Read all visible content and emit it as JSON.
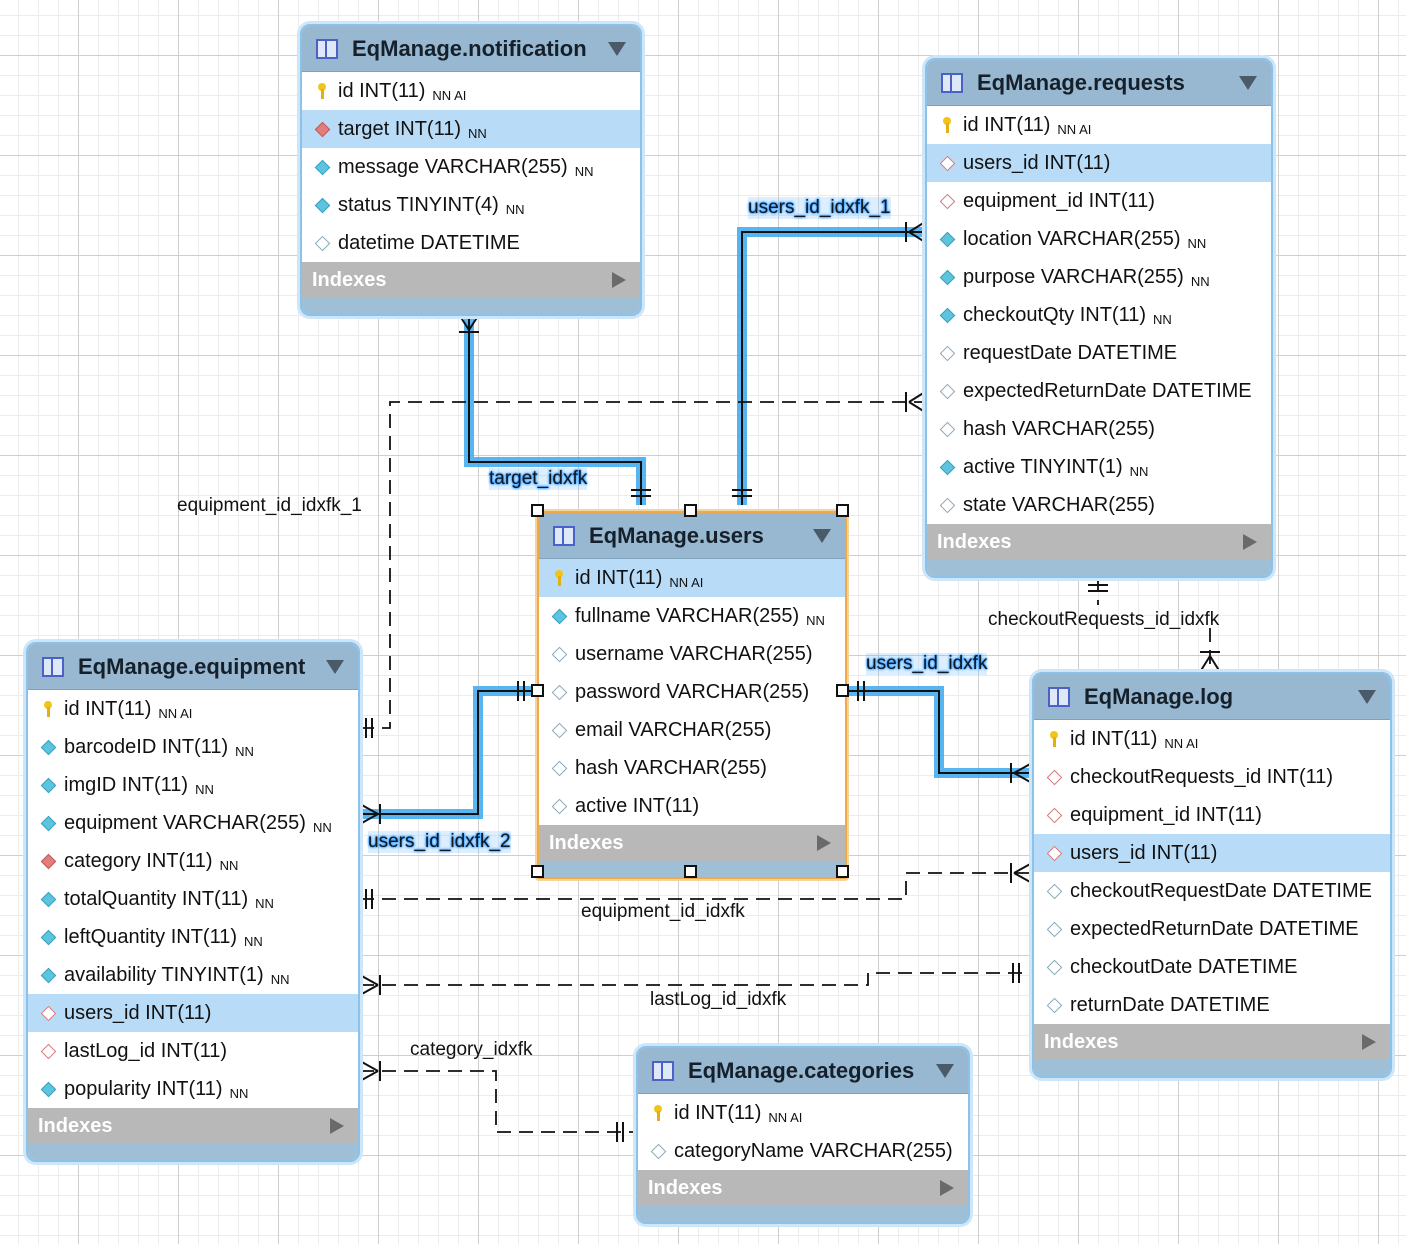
{
  "colors": {
    "header": "#97b8d0",
    "highlight_row": "#b8dcf8",
    "selected_border": "#f0a848",
    "relation_highlight": "#3aa8f0",
    "indexes_bar": "#b8b8b8"
  },
  "tables": {
    "notification": {
      "title": "EqManage.notification",
      "columns": [
        {
          "name": "id INT(11)",
          "flags": "NN  AI",
          "icon": "key-icon"
        },
        {
          "name": "target INT(11)",
          "flags": "NN",
          "icon": "fk-notnull-icon",
          "highlighted": true
        },
        {
          "name": "message VARCHAR(255)",
          "flags": "NN",
          "icon": "notnull-diamond-icon"
        },
        {
          "name": "status TINYINT(4)",
          "flags": "NN",
          "icon": "notnull-diamond-icon"
        },
        {
          "name": "datetime DATETIME",
          "flags": "",
          "icon": "nullable-diamond-icon"
        }
      ],
      "indexes_label": "Indexes"
    },
    "requests": {
      "title": "EqManage.requests",
      "columns": [
        {
          "name": "id INT(11)",
          "flags": "NN  AI",
          "icon": "key-icon"
        },
        {
          "name": "users_id INT(11)",
          "flags": "",
          "icon": "fk-diamond-icon",
          "highlighted": true
        },
        {
          "name": "equipment_id INT(11)",
          "flags": "",
          "icon": "fk-diamond-icon"
        },
        {
          "name": "location VARCHAR(255)",
          "flags": "NN",
          "icon": "notnull-diamond-icon"
        },
        {
          "name": "purpose VARCHAR(255)",
          "flags": "NN",
          "icon": "notnull-diamond-icon"
        },
        {
          "name": "checkoutQty INT(11)",
          "flags": "NN",
          "icon": "notnull-diamond-icon"
        },
        {
          "name": "requestDate DATETIME",
          "flags": "",
          "icon": "nullable-diamond-icon"
        },
        {
          "name": "expectedReturnDate DATETIME",
          "flags": "",
          "icon": "nullable-diamond-icon"
        },
        {
          "name": "hash VARCHAR(255)",
          "flags": "",
          "icon": "nullable-diamond-icon"
        },
        {
          "name": "active TINYINT(1)",
          "flags": "NN",
          "icon": "notnull-diamond-icon"
        },
        {
          "name": "state VARCHAR(255)",
          "flags": "",
          "icon": "nullable-diamond-icon"
        }
      ],
      "indexes_label": "Indexes"
    },
    "users": {
      "title": "EqManage.users",
      "columns": [
        {
          "name": "id INT(11)",
          "flags": "NN  AI",
          "icon": "key-icon",
          "highlighted": true
        },
        {
          "name": "fullname VARCHAR(255)",
          "flags": "NN",
          "icon": "notnull-diamond-icon"
        },
        {
          "name": "username VARCHAR(255)",
          "flags": "",
          "icon": "nullable-diamond-icon"
        },
        {
          "name": "password VARCHAR(255)",
          "flags": "",
          "icon": "nullable-diamond-icon"
        },
        {
          "name": "email VARCHAR(255)",
          "flags": "",
          "icon": "nullable-diamond-icon"
        },
        {
          "name": "hash VARCHAR(255)",
          "flags": "",
          "icon": "nullable-diamond-icon"
        },
        {
          "name": "active INT(11)",
          "flags": "",
          "icon": "nullable-diamond-icon"
        }
      ],
      "indexes_label": "Indexes"
    },
    "equipment": {
      "title": "EqManage.equipment",
      "columns": [
        {
          "name": "id INT(11)",
          "flags": "NN  AI",
          "icon": "key-icon"
        },
        {
          "name": "barcodeID INT(11)",
          "flags": "NN",
          "icon": "notnull-diamond-icon"
        },
        {
          "name": "imgID INT(11)",
          "flags": "NN",
          "icon": "notnull-diamond-icon"
        },
        {
          "name": "equipment VARCHAR(255)",
          "flags": "NN",
          "icon": "notnull-diamond-icon"
        },
        {
          "name": "category INT(11)",
          "flags": "NN",
          "icon": "fk-notnull-icon"
        },
        {
          "name": "totalQuantity INT(11)",
          "flags": "NN",
          "icon": "notnull-diamond-icon"
        },
        {
          "name": "leftQuantity INT(11)",
          "flags": "NN",
          "icon": "notnull-diamond-icon"
        },
        {
          "name": "availability TINYINT(1)",
          "flags": "NN",
          "icon": "notnull-diamond-icon"
        },
        {
          "name": "users_id INT(11)",
          "flags": "",
          "icon": "fk-diamond-icon",
          "highlighted": true
        },
        {
          "name": "lastLog_id INT(11)",
          "flags": "",
          "icon": "fk-diamond-icon"
        },
        {
          "name": "popularity INT(11)",
          "flags": "NN",
          "icon": "notnull-diamond-icon"
        }
      ],
      "indexes_label": "Indexes"
    },
    "log": {
      "title": "EqManage.log",
      "columns": [
        {
          "name": "id INT(11)",
          "flags": "NN  AI",
          "icon": "key-icon"
        },
        {
          "name": "checkoutRequests_id INT(11)",
          "flags": "",
          "icon": "fk-diamond-icon"
        },
        {
          "name": "equipment_id INT(11)",
          "flags": "",
          "icon": "fk-diamond-icon"
        },
        {
          "name": "users_id INT(11)",
          "flags": "",
          "icon": "fk-diamond-icon",
          "highlighted": true
        },
        {
          "name": "checkoutRequestDate DATETIME",
          "flags": "",
          "icon": "nullable-diamond-icon"
        },
        {
          "name": "expectedReturnDate DATETIME",
          "flags": "",
          "icon": "nullable-diamond-icon"
        },
        {
          "name": "checkoutDate DATETIME",
          "flags": "",
          "icon": "nullable-diamond-icon"
        },
        {
          "name": "returnDate DATETIME",
          "flags": "",
          "icon": "nullable-diamond-icon"
        }
      ],
      "indexes_label": "Indexes"
    },
    "categories": {
      "title": "EqManage.categories",
      "columns": [
        {
          "name": "id INT(11)",
          "flags": "NN  AI",
          "icon": "key-icon"
        },
        {
          "name": "categoryName VARCHAR(255)",
          "flags": "",
          "icon": "nullable-diamond-icon"
        }
      ],
      "indexes_label": "Indexes"
    }
  },
  "relationships": {
    "target_idxfk": "target_idxfk",
    "users_id_idxfk_1": "users_id_idxfk_1",
    "users_id_idxfk_2": "users_id_idxfk_2",
    "users_id_idxfk": "users_id_idxfk",
    "equipment_id_idxfk_1": "equipment_id_idxfk_1",
    "equipment_id_idxfk": "equipment_id_idxfk",
    "lastLog_id_idxfk": "lastLog_id_idxfk",
    "category_idxfk": "category_idxfk",
    "checkoutRequests_id_idxfk": "checkoutRequests_id_idxfk"
  }
}
